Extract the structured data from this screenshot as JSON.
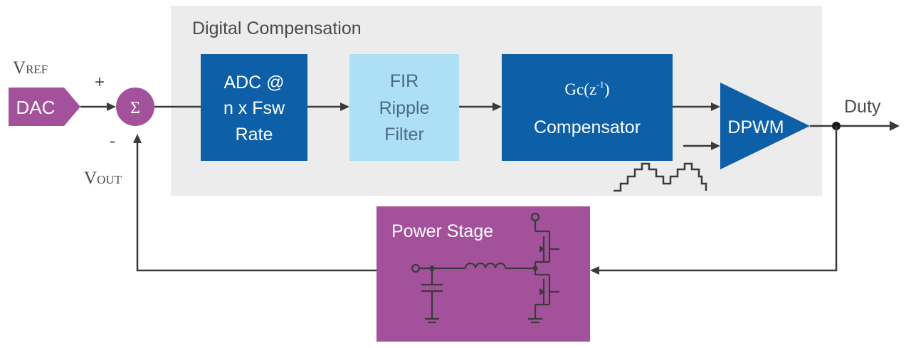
{
  "colors": {
    "digital_bg": "#ececec",
    "dark_blue": "#0d5fa8",
    "light_blue": "#aee0f5",
    "purple": "#a3519b",
    "wire": "#3a3a3a"
  },
  "digital_section": {
    "title": "Digital Compensation"
  },
  "vref": {
    "main": "V",
    "sub": "REF"
  },
  "dac": {
    "label": "DAC"
  },
  "summer": {
    "symbol": "Σ",
    "plus": "+",
    "minus": "-"
  },
  "vout": {
    "main": "V",
    "sub": "OUT"
  },
  "adc": {
    "line1": "ADC @",
    "line2": "n x Fsw",
    "line3": "Rate"
  },
  "fir": {
    "line1": "FIR",
    "line2": "Ripple",
    "line3": "Filter"
  },
  "compensator": {
    "tf_main": "Gc(z",
    "tf_sup": "-1",
    "tf_close": ")",
    "label": "Compensator"
  },
  "dpwm": {
    "label": "DPWM"
  },
  "output": {
    "label": "Duty"
  },
  "power_stage": {
    "title": "Power Stage"
  }
}
